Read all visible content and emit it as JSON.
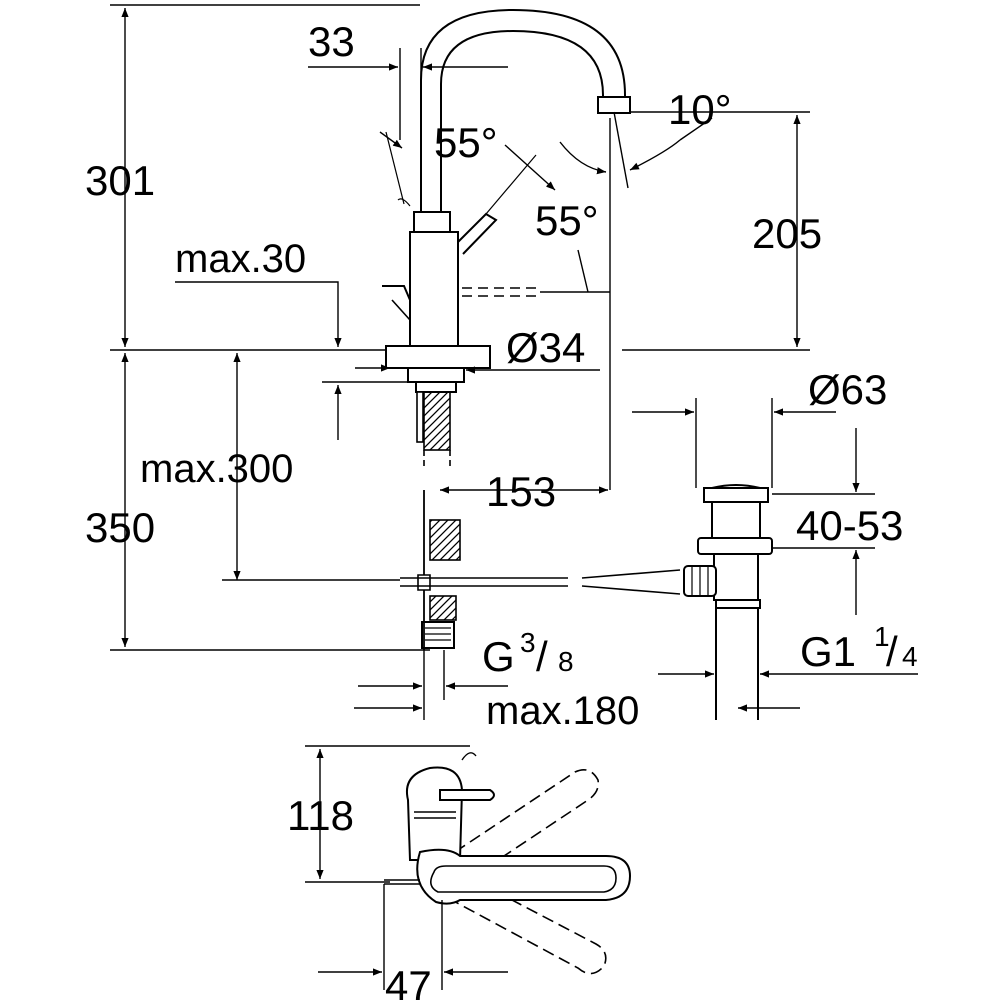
{
  "labels": {
    "d_301": "301",
    "d_33": "33",
    "a_55_upper": "55°",
    "a_10": "10°",
    "a_55_lower": "55°",
    "d_205": "205",
    "d_max30": "max.30",
    "d_d34": "Ø34",
    "d_max300": "max.300",
    "d_350": "350",
    "d_153": "153",
    "d_d63": "Ø63",
    "d_40_53": "40-53",
    "thread_g38": {
      "base": "G",
      "num": "3",
      "slash": "/",
      "den": "8"
    },
    "d_max180": "max.180",
    "thread_g114": {
      "base": "G1",
      "num": "1",
      "slash": "/",
      "den": "4"
    },
    "d_118": "118",
    "d_47": "47"
  },
  "colors": {
    "line": "#000000",
    "background": "#ffffff",
    "hatch": "#000000"
  }
}
